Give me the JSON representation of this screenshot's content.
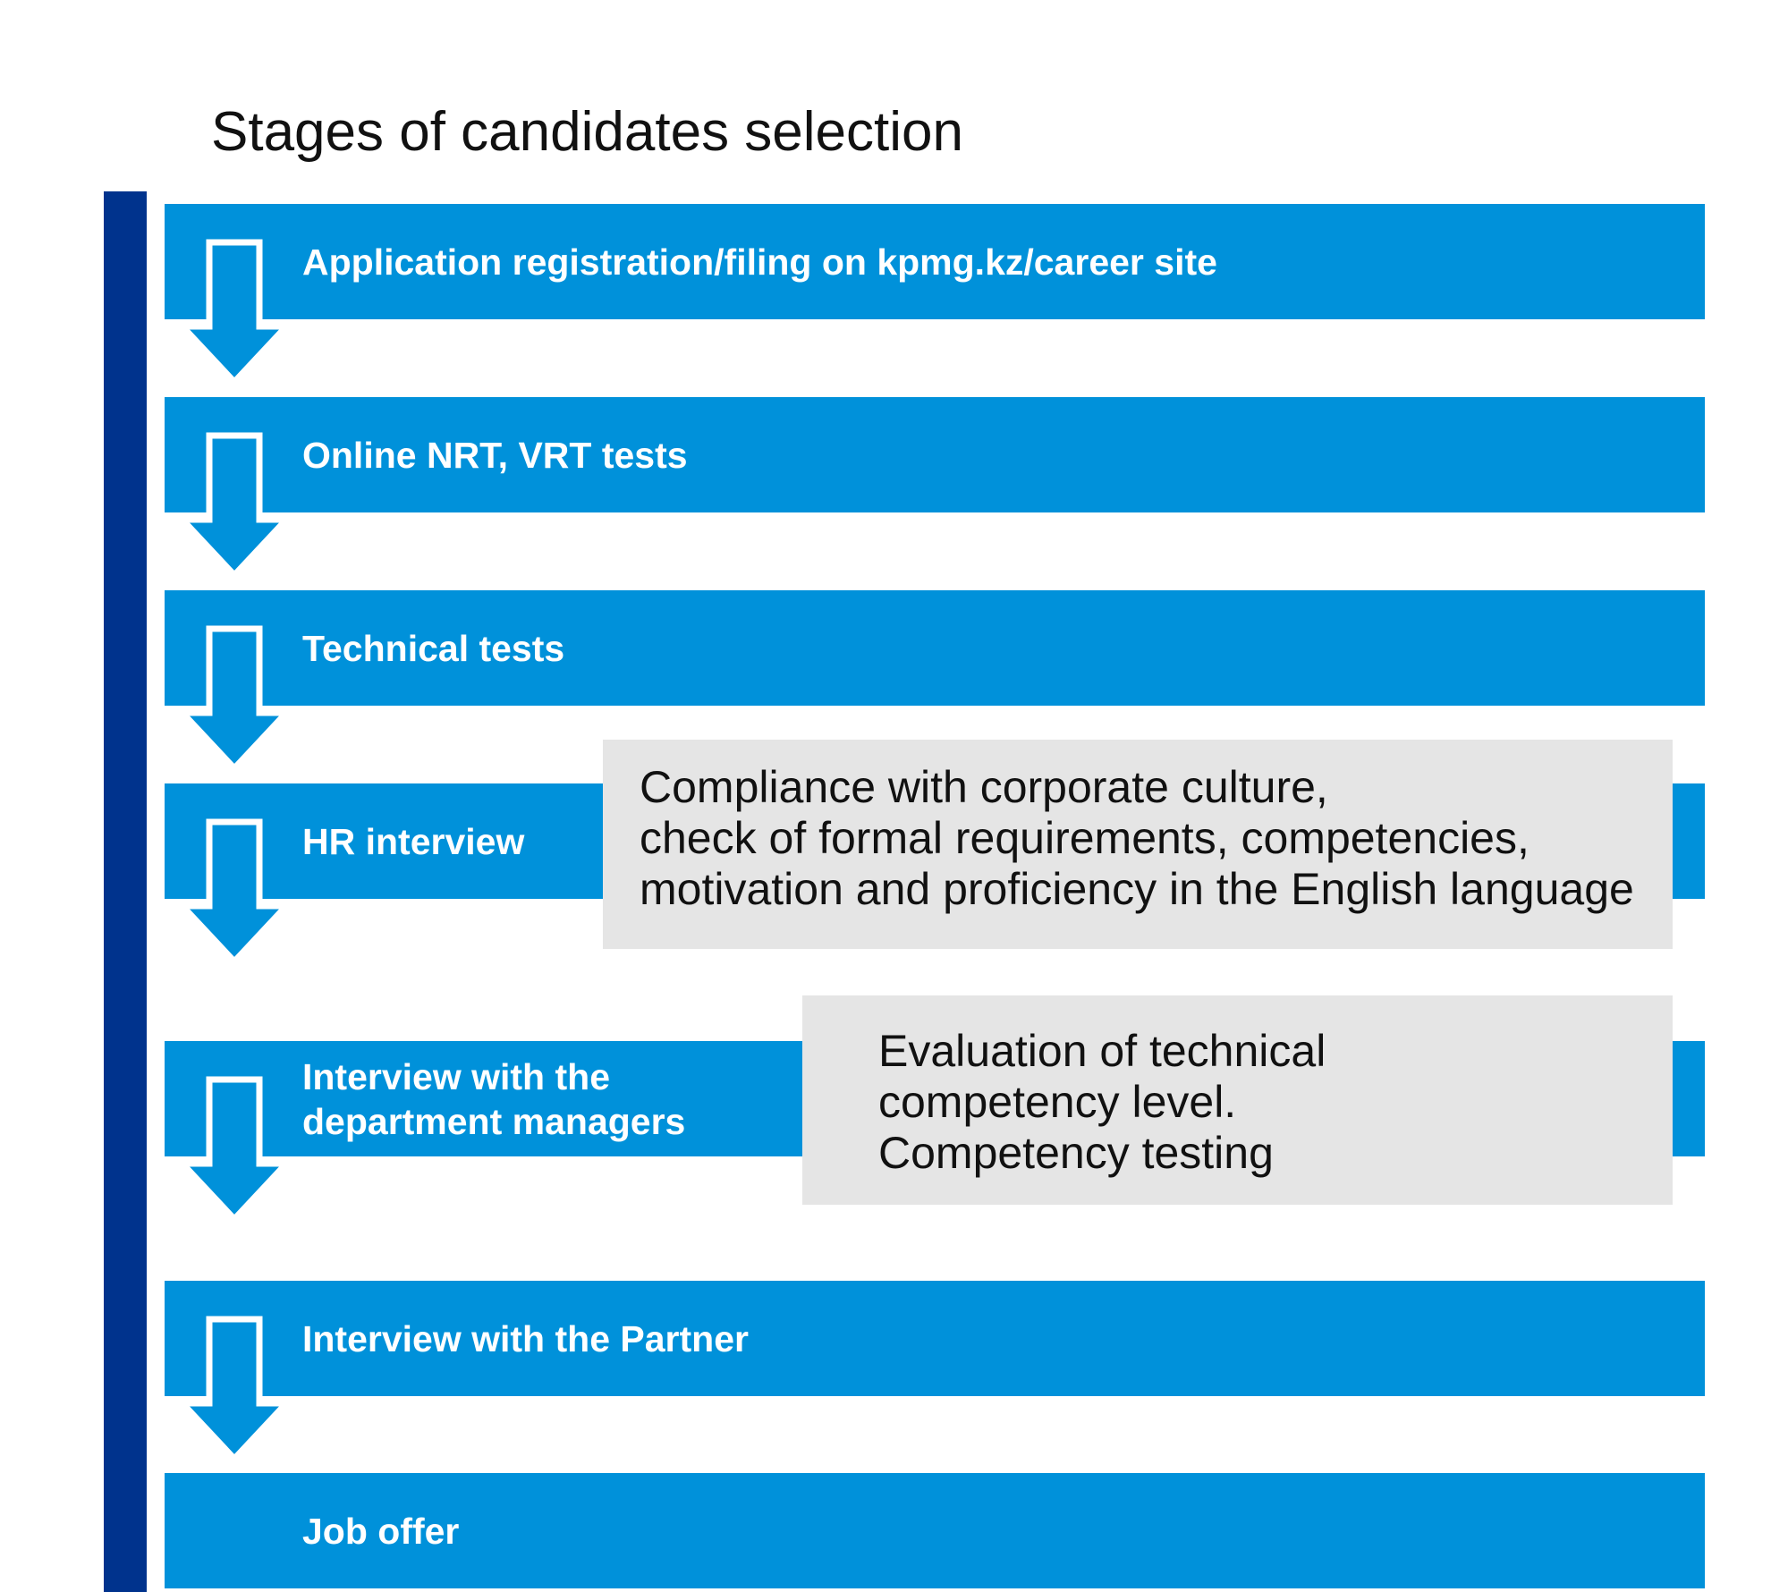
{
  "title": "Stages of candidates selection",
  "colors": {
    "sidebar": "#00338D",
    "stage_fill": "#0091DA",
    "stage_text": "#FFFFFF",
    "note_fill": "#E5E5E5",
    "note_text": "#111111"
  },
  "stages": [
    {
      "label": "Application registration/filing on kpmg.kz/career site"
    },
    {
      "label": "Online NRT, VRT tests"
    },
    {
      "label": "Technical tests"
    },
    {
      "label": "HR interview"
    },
    {
      "label_lines": [
        "Interview with the",
        "department managers"
      ]
    },
    {
      "label": "Interview with the Partner"
    },
    {
      "label": "Job offer"
    }
  ],
  "notes": [
    {
      "lines": [
        "Compliance with corporate culture,",
        "check of formal requirements, competencies,",
        "motivation and proficiency in the English language"
      ]
    },
    {
      "lines": [
        "Evaluation of technical",
        "competency level.",
        "Competency testing"
      ]
    }
  ],
  "icons": [
    "down-arrow-icon"
  ]
}
